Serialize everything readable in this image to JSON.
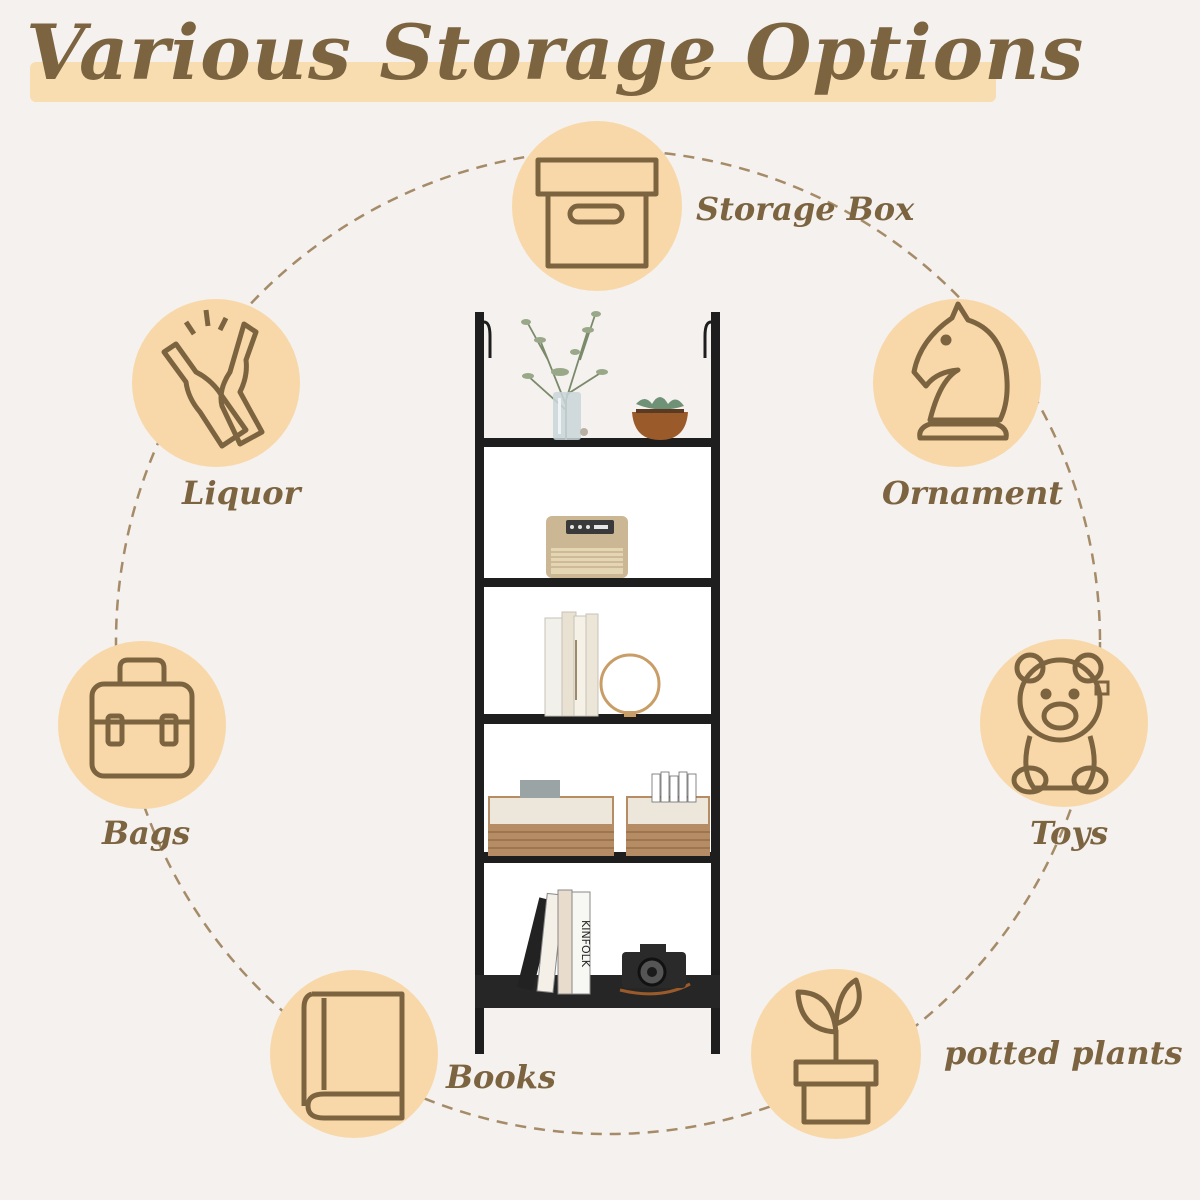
{
  "title": "Various Storage Options",
  "colors": {
    "background": "#f4f1ee",
    "accent_fill": "#f8d8a8",
    "title_band": "#f8ddb0",
    "icon_stroke": "#7c6440",
    "text": "#7c6440",
    "shelf": "#1e1e1e"
  },
  "options": [
    {
      "label": "Storage Box",
      "icon": "storage-box-icon"
    },
    {
      "label": "Ornament",
      "icon": "chess-knight-icon"
    },
    {
      "label": "Toys",
      "icon": "teddy-bear-icon"
    },
    {
      "label": "potted plants",
      "icon": "potted-plant-icon"
    },
    {
      "label": "Books",
      "icon": "book-icon"
    },
    {
      "label": "Bags",
      "icon": "bag-icon"
    },
    {
      "label": "Liquor",
      "icon": "liquor-bottles-icon"
    }
  ],
  "product": {
    "image": "ladder-bookshelf",
    "spine_text": "KINFOLK"
  }
}
